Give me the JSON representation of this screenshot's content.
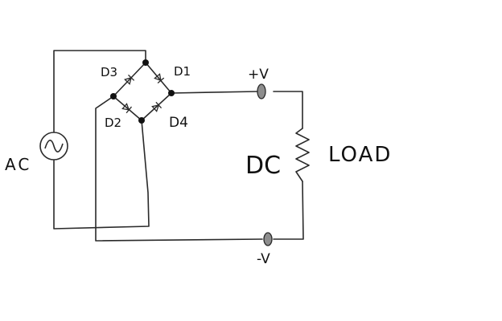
{
  "labels": {
    "ac": "AC",
    "d1": "D1",
    "d2": "D2",
    "d3": "D3",
    "d4": "D4",
    "plus_v": "+V",
    "minus_v": "-V",
    "dc": "DC",
    "load": "LOAD"
  },
  "colors": {
    "wire": "#2a2a2a",
    "terminal": "#8e8e8e",
    "background": "#ffffff"
  },
  "icons": {
    "ac_source": "sine-wave-in-circle",
    "load": "resistor-zigzag",
    "diodes": "diode-triangle-bar"
  }
}
